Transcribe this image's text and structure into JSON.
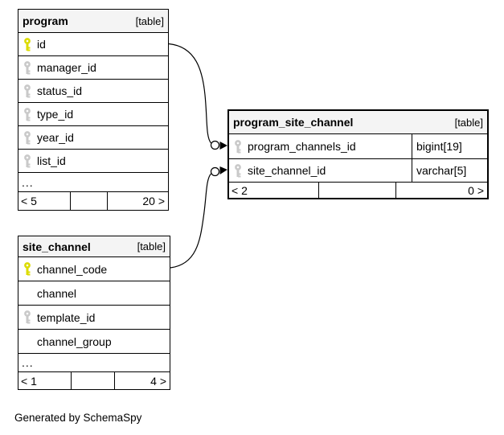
{
  "diagram": {
    "generator_note": "Generated by SchemaSpy"
  },
  "colors": {
    "primary_key": "#dcdc00",
    "foreign_key": "#c9c9c9",
    "header_bg": "#f4f4f4",
    "line": "#000000"
  },
  "tables": [
    {
      "title": "program",
      "badge": "[table]",
      "columns": [
        {
          "name": "id",
          "key": "primary"
        },
        {
          "name": "manager_id",
          "key": "foreign"
        },
        {
          "name": "status_id",
          "key": "foreign"
        },
        {
          "name": "type_id",
          "key": "foreign"
        },
        {
          "name": "year_id",
          "key": "foreign"
        },
        {
          "name": "list_id",
          "key": "foreign"
        }
      ],
      "ellipsis": "...",
      "footer": {
        "left": "< 5",
        "center": "",
        "right": "20 >"
      }
    },
    {
      "title": "program_site_channel",
      "badge": "[table]",
      "columns": [
        {
          "name": "program_channels_id",
          "key": "foreign",
          "type": "bigint[19]"
        },
        {
          "name": "site_channel_id",
          "key": "foreign",
          "type": "varchar[5]"
        }
      ],
      "footer": {
        "left": "< 2",
        "center": "",
        "right": "0 >"
      }
    },
    {
      "title": "site_channel",
      "badge": "[table]",
      "columns": [
        {
          "name": "channel_code",
          "key": "primary"
        },
        {
          "name": "channel",
          "key": "none"
        },
        {
          "name": "template_id",
          "key": "foreign"
        },
        {
          "name": "channel_group",
          "key": "none"
        }
      ],
      "ellipsis": "...",
      "footer": {
        "left": "< 1",
        "center": "",
        "right": "4 >"
      }
    }
  ]
}
